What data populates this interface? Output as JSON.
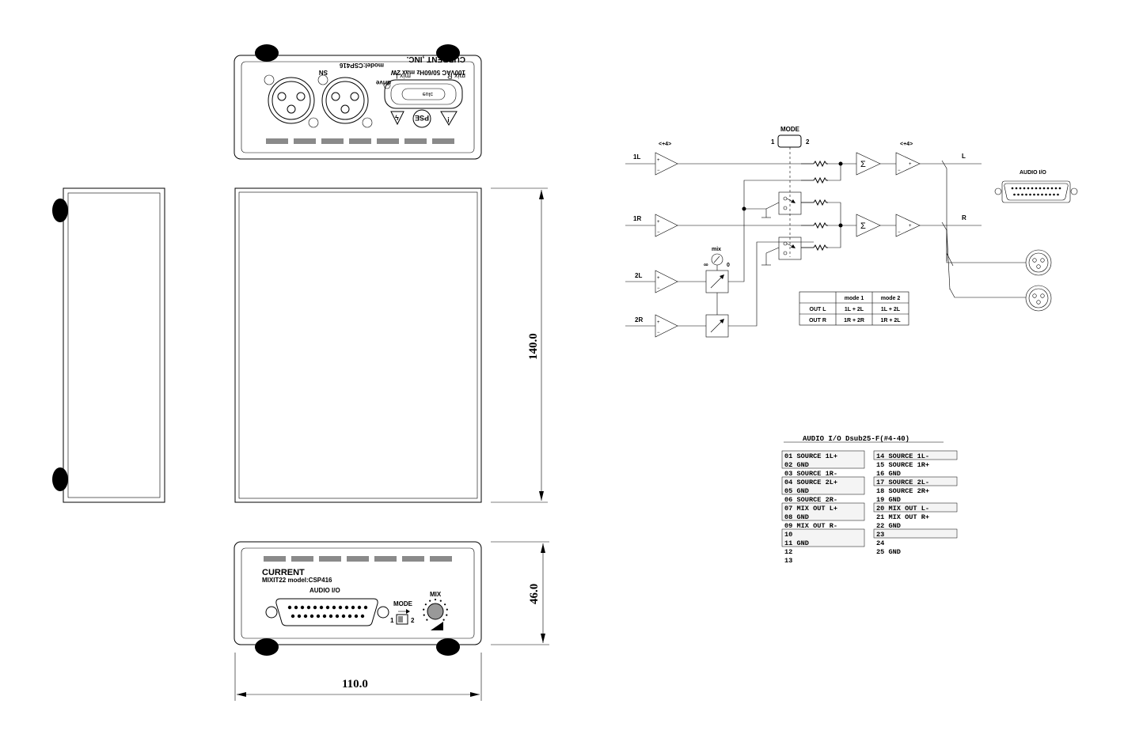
{
  "rear_panel": {
    "voltage": "100VAC 50/60Hz max 2W",
    "model": "model:CSP416",
    "serial": "SN",
    "drive": "drive",
    "brand": "CURRENT ,INC.",
    "mix_l": "mix L",
    "mix_r": "mix R",
    "ps_badge": "PSE",
    "power_inlet": "ɔʇuɘ"
  },
  "front_panel": {
    "brand": "CURRENT",
    "model": "MIXIT22 model:CSP416",
    "audio_io": "AUDIO I/O",
    "mode": "MODE",
    "mode_1": "1",
    "mode_2": "2",
    "mix": "MIX"
  },
  "dimensions": {
    "depth": "140.0",
    "height": "46.0",
    "width": "110.0"
  },
  "schematic": {
    "mode_label": "MODE",
    "mode_1": "1",
    "mode_2": "2",
    "gain_1": "<+4>",
    "gain_2": "<+4>",
    "in_1l": "1L",
    "in_1r": "1R",
    "in_2l": "2L",
    "in_2r": "2R",
    "out_l": "L",
    "out_r": "R",
    "mix_label": "mix",
    "mix_inf": "∞",
    "mix_zero": "0",
    "sum": "Σ",
    "plus": "+",
    "minus": "−",
    "audio_io": "AUDIO I/O"
  },
  "mode_table": {
    "headers": [
      "",
      "mode 1",
      "mode 2"
    ],
    "rows": [
      [
        "OUT L",
        "1L + 2L",
        "1L + 2L"
      ],
      [
        "OUT R",
        "1R + 2R",
        "1R + 2L"
      ]
    ]
  },
  "pinout": {
    "title": "AUDIO I/O Dsub25-F(#4-40)",
    "left": [
      "01 SOURCE 1L+",
      "02 GND",
      "03 SOURCE 1R-",
      "04 SOURCE 2L+",
      "05 GND",
      "06 SOURCE 2R-",
      "07 MIX OUT L+",
      "08 GND",
      "09 MIX OUT R-",
      "10",
      "11 GND",
      "12",
      "13"
    ],
    "right": [
      "14 SOURCE 1L-",
      "15 SOURCE 1R+",
      "16 GND",
      "17 SOURCE 2L-",
      "18 SOURCE 2R+",
      "19 GND",
      "20 MIX OUT L-",
      "21 MIX OUT R+",
      "22 GND",
      "23",
      "24",
      "25 GND"
    ]
  }
}
